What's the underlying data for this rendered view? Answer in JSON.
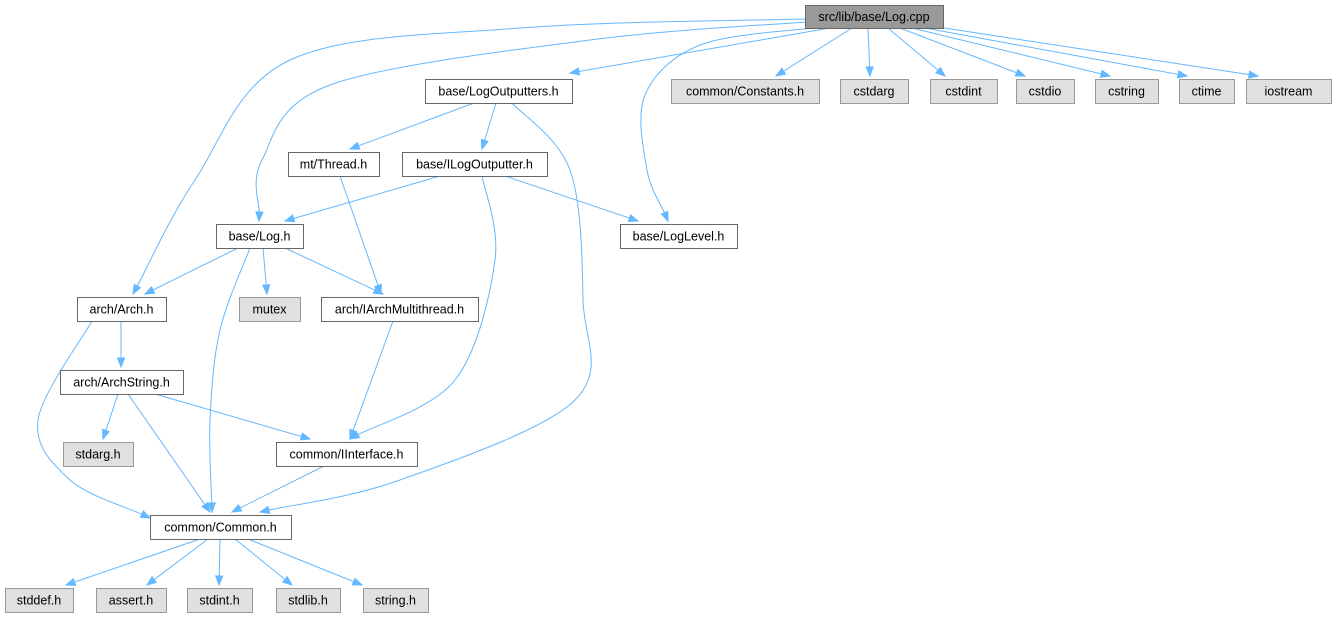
{
  "graph": {
    "nodes": [
      {
        "id": "log_cpp",
        "label": "src/lib/base/Log.cpp",
        "kind": "root"
      },
      {
        "id": "log_outputters_h",
        "label": "base/LogOutputters.h",
        "kind": "header"
      },
      {
        "id": "constants_h",
        "label": "common/Constants.h",
        "kind": "ext"
      },
      {
        "id": "cstdarg",
        "label": "cstdarg",
        "kind": "ext"
      },
      {
        "id": "cstdint",
        "label": "cstdint",
        "kind": "ext"
      },
      {
        "id": "cstdio",
        "label": "cstdio",
        "kind": "ext"
      },
      {
        "id": "cstring",
        "label": "cstring",
        "kind": "ext"
      },
      {
        "id": "ctime",
        "label": "ctime",
        "kind": "ext"
      },
      {
        "id": "iostream",
        "label": "iostream",
        "kind": "ext"
      },
      {
        "id": "thread_h",
        "label": "mt/Thread.h",
        "kind": "header"
      },
      {
        "id": "ilogoutputter_h",
        "label": "base/ILogOutputter.h",
        "kind": "header"
      },
      {
        "id": "log_h",
        "label": "base/Log.h",
        "kind": "header"
      },
      {
        "id": "loglevel_h",
        "label": "base/LogLevel.h",
        "kind": "header"
      },
      {
        "id": "arch_h",
        "label": "arch/Arch.h",
        "kind": "header"
      },
      {
        "id": "mutex",
        "label": "mutex",
        "kind": "ext"
      },
      {
        "id": "iarchmt_h",
        "label": "arch/IArchMultithread.h",
        "kind": "header"
      },
      {
        "id": "archstring_h",
        "label": "arch/ArchString.h",
        "kind": "header"
      },
      {
        "id": "stdarg_h",
        "label": "stdarg.h",
        "kind": "ext"
      },
      {
        "id": "iinterface_h",
        "label": "common/IInterface.h",
        "kind": "header"
      },
      {
        "id": "common_h",
        "label": "common/Common.h",
        "kind": "header"
      },
      {
        "id": "stddef_h",
        "label": "stddef.h",
        "kind": "ext"
      },
      {
        "id": "assert_h",
        "label": "assert.h",
        "kind": "ext"
      },
      {
        "id": "stdint_h",
        "label": "stdint.h",
        "kind": "ext"
      },
      {
        "id": "stdlib_h",
        "label": "stdlib.h",
        "kind": "ext"
      },
      {
        "id": "string_h",
        "label": "string.h",
        "kind": "ext"
      }
    ],
    "edges": [
      {
        "from": "log_cpp",
        "to": "arch_h"
      },
      {
        "from": "log_cpp",
        "to": "log_h"
      },
      {
        "from": "log_cpp",
        "to": "log_outputters_h"
      },
      {
        "from": "log_cpp",
        "to": "loglevel_h"
      },
      {
        "from": "log_cpp",
        "to": "constants_h"
      },
      {
        "from": "log_cpp",
        "to": "cstdarg"
      },
      {
        "from": "log_cpp",
        "to": "cstdint"
      },
      {
        "from": "log_cpp",
        "to": "cstdio"
      },
      {
        "from": "log_cpp",
        "to": "cstring"
      },
      {
        "from": "log_cpp",
        "to": "ctime"
      },
      {
        "from": "log_cpp",
        "to": "iostream"
      },
      {
        "from": "log_outputters_h",
        "to": "thread_h"
      },
      {
        "from": "log_outputters_h",
        "to": "ilogoutputter_h"
      },
      {
        "from": "log_outputters_h",
        "to": "common_h"
      },
      {
        "from": "thread_h",
        "to": "iarchmt_h"
      },
      {
        "from": "ilogoutputter_h",
        "to": "log_h"
      },
      {
        "from": "ilogoutputter_h",
        "to": "loglevel_h"
      },
      {
        "from": "ilogoutputter_h",
        "to": "iinterface_h"
      },
      {
        "from": "log_h",
        "to": "arch_h"
      },
      {
        "from": "log_h",
        "to": "mutex"
      },
      {
        "from": "log_h",
        "to": "iarchmt_h"
      },
      {
        "from": "log_h",
        "to": "common_h"
      },
      {
        "from": "arch_h",
        "to": "archstring_h"
      },
      {
        "from": "arch_h",
        "to": "common_h"
      },
      {
        "from": "iarchmt_h",
        "to": "iinterface_h"
      },
      {
        "from": "archstring_h",
        "to": "stdarg_h"
      },
      {
        "from": "archstring_h",
        "to": "iinterface_h"
      },
      {
        "from": "archstring_h",
        "to": "common_h"
      },
      {
        "from": "iinterface_h",
        "to": "common_h"
      },
      {
        "from": "common_h",
        "to": "stddef_h"
      },
      {
        "from": "common_h",
        "to": "assert_h"
      },
      {
        "from": "common_h",
        "to": "stdint_h"
      },
      {
        "from": "common_h",
        "to": "stdlib_h"
      },
      {
        "from": "common_h",
        "to": "string_h"
      }
    ]
  }
}
